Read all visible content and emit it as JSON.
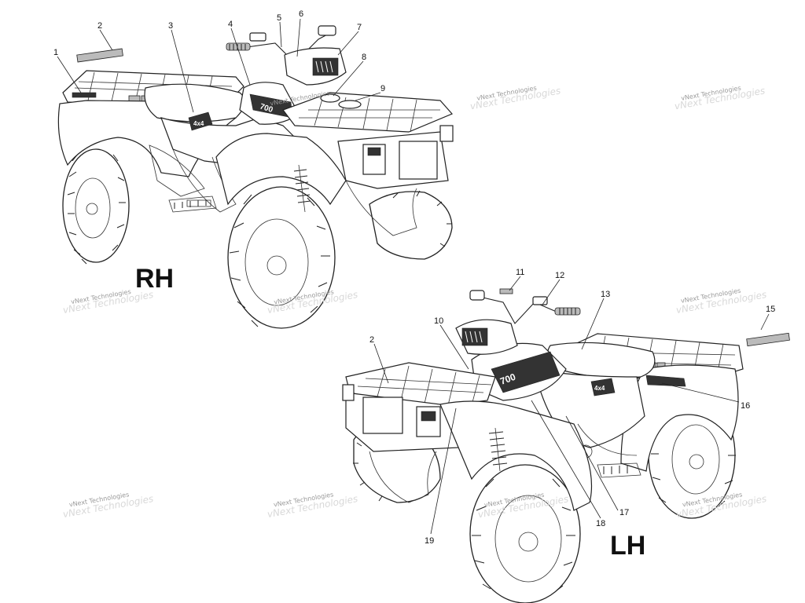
{
  "diagram": {
    "views": [
      {
        "id": "rh",
        "label": "RH"
      },
      {
        "id": "lh",
        "label": "LH"
      }
    ],
    "callouts": [
      {
        "id": "c1",
        "text": "1"
      },
      {
        "id": "c2a",
        "text": "2"
      },
      {
        "id": "c3",
        "text": "3"
      },
      {
        "id": "c4",
        "text": "4"
      },
      {
        "id": "c5",
        "text": "5"
      },
      {
        "id": "c6",
        "text": "6"
      },
      {
        "id": "c7",
        "text": "7"
      },
      {
        "id": "c8",
        "text": "8"
      },
      {
        "id": "c9",
        "text": "9"
      },
      {
        "id": "c10",
        "text": "10"
      },
      {
        "id": "c11",
        "text": "11"
      },
      {
        "id": "c12",
        "text": "12"
      },
      {
        "id": "c13",
        "text": "13"
      },
      {
        "id": "c2b",
        "text": "2"
      },
      {
        "id": "c15",
        "text": "15"
      },
      {
        "id": "c16",
        "text": "16"
      },
      {
        "id": "c17",
        "text": "17"
      },
      {
        "id": "c18",
        "text": "18"
      },
      {
        "id": "c19",
        "text": "19"
      }
    ],
    "watermark": "vNext Technologies",
    "decal_text": {
      "model": "700",
      "badge": "4x4"
    }
  }
}
